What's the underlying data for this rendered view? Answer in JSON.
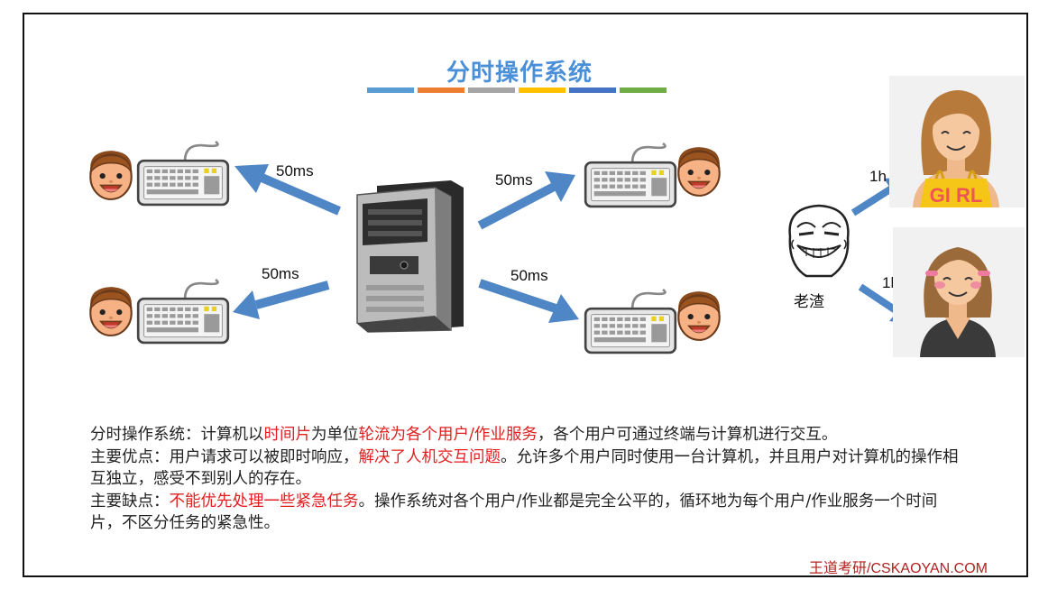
{
  "title": "分时操作系统",
  "title_bar_colors": [
    "#5b9bd5",
    "#ed7d31",
    "#a5a5a5",
    "#ffc000",
    "#4472c4",
    "#70ad47"
  ],
  "arrows": {
    "top_left": "50ms",
    "top_right": "50ms",
    "bottom_left": "50ms",
    "bottom_right": "50ms",
    "girl_top": "1h",
    "girl_bottom": "1h"
  },
  "scumbag_label": "老渣",
  "girl_shirt_text": "GI RL",
  "text": {
    "p1_a": "分时操作系统：计算机以",
    "p1_hl1": "时间片",
    "p1_b": "为单位",
    "p1_hl2": "轮流为各个用户/作业服务",
    "p1_c": "，各个用户可通过终端与计算机进行交互。",
    "p2_a": "主要优点：用户请求可以被即时响应，",
    "p2_hl": "解决了人机交互问题",
    "p2_b": "。允许多个用户同时使用一台计算机，并且用户对计算机的操作相互独立，感受不到别人的存在。",
    "p3_a": "主要缺点：",
    "p3_hl": "不能优先处理一些紧急任务",
    "p3_b": "。操作系统对各个用户/作业都是完全公平的，循环地为每个用户/作业服务一个时间片，不区分任务的紧急性。"
  },
  "brand": "王道考研/CSKAOYAN.COM"
}
